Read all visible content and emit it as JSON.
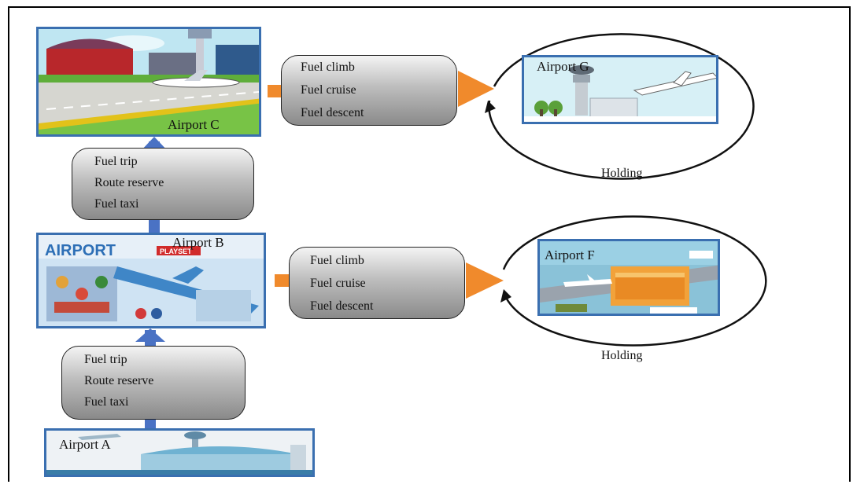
{
  "airports": {
    "a": {
      "label": "Airport A"
    },
    "b": {
      "label": "Airport B",
      "sign_text": "AIRPORT",
      "sign_sub": "PLAYSET"
    },
    "c": {
      "label": "Airport C"
    },
    "f": {
      "label": "Airport F"
    },
    "g": {
      "label": "Airport G"
    }
  },
  "fuel_ground_ab": [
    "Fuel trip",
    "Route reserve",
    "Fuel taxi"
  ],
  "fuel_ground_bc": [
    "Fuel trip",
    "Route reserve",
    "Fuel taxi"
  ],
  "fuel_air_bf": [
    "Fuel climb",
    "Fuel cruise",
    "Fuel descent"
  ],
  "fuel_air_cg": [
    "Fuel climb",
    "Fuel cruise",
    "Fuel descent"
  ],
  "holding": {
    "f": "Holding",
    "g": "Holding"
  },
  "colors": {
    "vertical_arrow": "#4a72c4",
    "horizontal_arrow": "#f08a2c",
    "frame_border": "#3a6fb0"
  }
}
